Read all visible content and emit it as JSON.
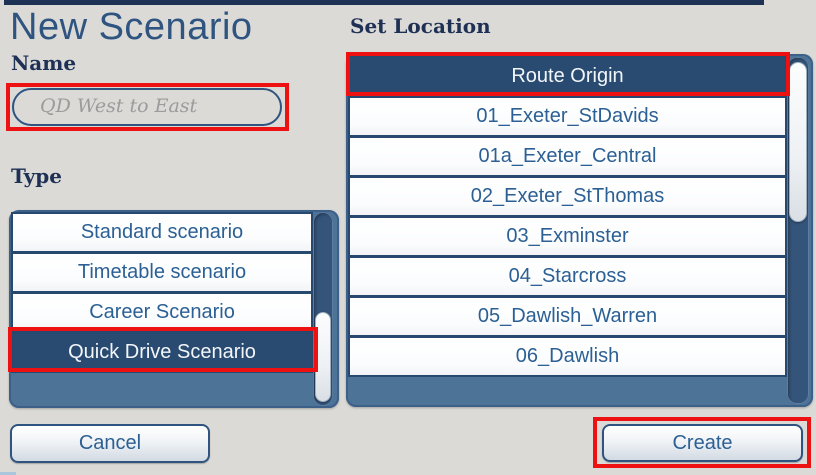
{
  "dialog": {
    "title": "New Scenario"
  },
  "name_field": {
    "label": "Name",
    "value": "",
    "placeholder": "QD West to East"
  },
  "type_list": {
    "label": "Type",
    "items": [
      "Standard scenario",
      "Timetable scenario",
      "Career Scenario",
      "Quick Drive Scenario"
    ],
    "selected": "Quick Drive Scenario"
  },
  "location_list": {
    "label": "Set Location",
    "items": [
      "Route Origin",
      "01_Exeter_StDavids",
      "01a_Exeter_Central",
      "02_Exeter_StThomas",
      "03_Exminster",
      "04_Starcross",
      "05_Dawlish_Warren",
      "06_Dawlish"
    ],
    "selected": "Route Origin"
  },
  "footer": {
    "cancel_label": "Cancel",
    "create_label": "Create"
  },
  "colors": {
    "highlight_red": "#ee1111",
    "selected_row_bg": "#294a71",
    "panel_blue": "#4d7397",
    "top_bar_navy": "#1e3255",
    "item_text_blue": "#2c6094"
  }
}
